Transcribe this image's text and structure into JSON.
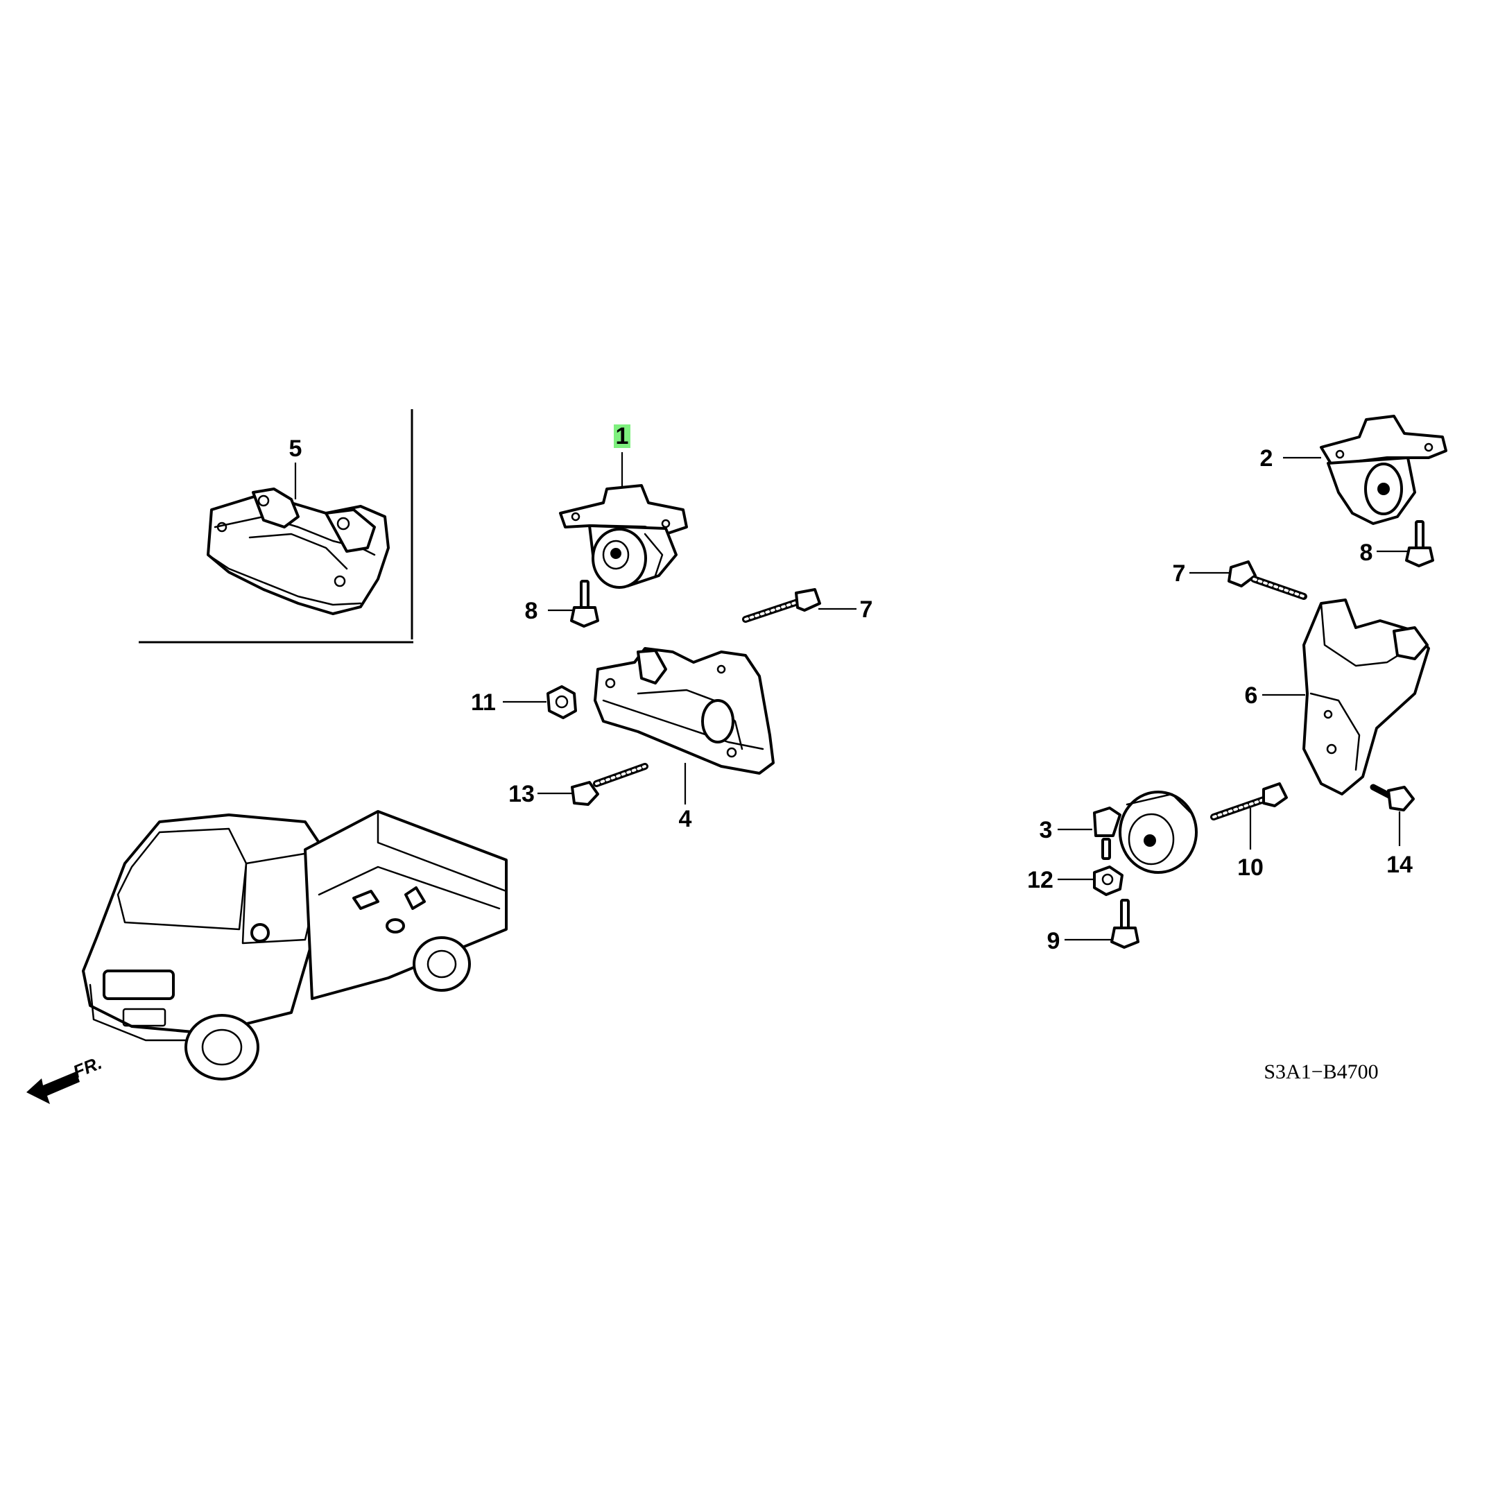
{
  "callouts": {
    "c1": "1",
    "c2": "2",
    "c3": "3",
    "c4": "4",
    "c5": "5",
    "c6": "6",
    "c7a": "7",
    "c7b": "7",
    "c8a": "8",
    "c8b": "8",
    "c9": "9",
    "c10": "10",
    "c11": "11",
    "c12": "12",
    "c13": "13",
    "c14": "14"
  },
  "highlight_color": "#7ef07e",
  "diagram_code": "S3A1−B4700",
  "front_arrow_label": "FR."
}
